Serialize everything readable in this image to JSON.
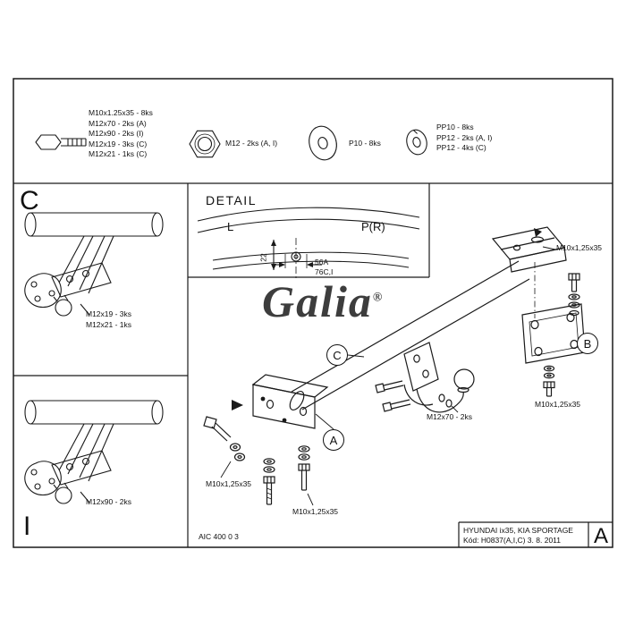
{
  "colors": {
    "line": "#1a1a1a",
    "logo": "#3d3d3d"
  },
  "legend": {
    "bolt": {
      "icon": "hex-bolt-icon",
      "lines": [
        "M10x1.25x35 - 8ks",
        "M12x70 - 2ks (A)",
        "M12x90 - 2ks (I)",
        "M12x19 - 3ks (C)",
        "M12x21 - 1ks (C)"
      ]
    },
    "nut": {
      "icon": "hex-nut-icon",
      "label": "M12 - 2ks (A, I)"
    },
    "flat_washer": {
      "icon": "flat-washer-icon",
      "label": "P10 - 8ks"
    },
    "spring_washer": {
      "icon": "spring-washer-icon",
      "lines": [
        "PP10 - 8ks",
        "PP12 - 2ks (A, I)",
        "PP12 - 4ks (C)"
      ]
    }
  },
  "panels": {
    "c": {
      "letter": "C",
      "labels": [
        "M12x19 - 3ks",
        "M12x21 - 1ks"
      ]
    },
    "i": {
      "letter": "I",
      "labels": [
        "M12x90 - 2ks"
      ]
    }
  },
  "detail": {
    "title": "DETAIL",
    "left": "L",
    "right": "P(R)",
    "dim_vertical": "22",
    "dim_a": "56A",
    "dim_ci": "76C,I"
  },
  "logo": {
    "text": "Galia",
    "mark": "®"
  },
  "main": {
    "balloons": {
      "a": "A",
      "b": "B",
      "c": "C"
    },
    "callouts": {
      "top_right": "M10x1,25x35",
      "right": "M10x1,25x35",
      "ball": "M12x70 - 2ks",
      "bottom_left": "M10x1,25x35",
      "bottom_center": "M10x1,25x35"
    }
  },
  "title_block": {
    "doc_number": "AIC 400 0 3",
    "vehicle": "HYUNDAI ix35, KIA SPORTAGE",
    "code": "Kód: H0837(A,I,C)  3. 8. 2011",
    "revision": "A"
  }
}
